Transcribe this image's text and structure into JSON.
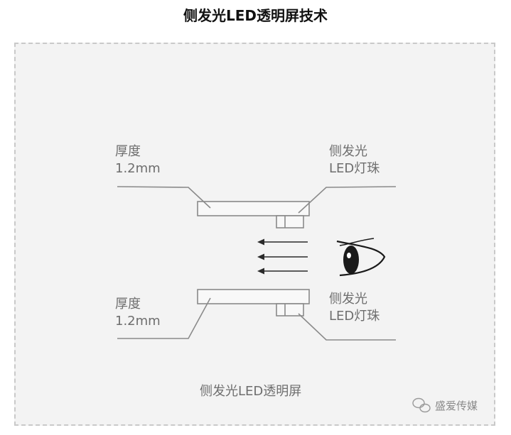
{
  "title": "侧发光LED透明屏技术",
  "labels": {
    "thickness_top": "厚度",
    "thickness_top_value": "1.2mm",
    "led_top": "侧发光",
    "led_top_value": "LED灯珠",
    "thickness_bottom": "厚度",
    "thickness_bottom_value": "1.2mm",
    "led_bottom": "侧发光",
    "led_bottom_value": "LED灯珠",
    "caption": "侧发光LED透明屏"
  },
  "watermark": {
    "text": "盛爱传媒",
    "icon": "wechat-icon"
  },
  "colors": {
    "line": "#8a8a8a",
    "panel_fill": "#f8f8f8",
    "text": "#6e6e6e",
    "frame_bg": "#f3f3f3",
    "frame_border": "#c9c9c9"
  }
}
